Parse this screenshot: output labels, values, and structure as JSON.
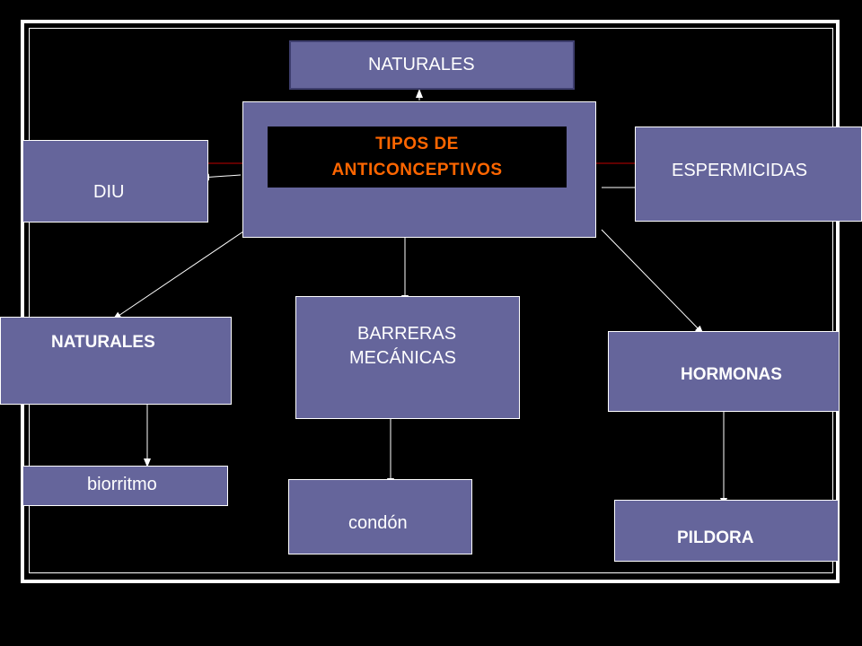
{
  "diagram": {
    "title_line1": "TIPOS DE",
    "title_line2": "ANTICONCEPTIVOS",
    "nodes": {
      "naturales_top": "NATURALES",
      "diu": "DIU",
      "espermicidas": "ESPERMICIDAS",
      "naturales": "NATURALES",
      "barreras_line1": "BARRERAS",
      "barreras_line2": "MECÁNICAS",
      "hormonas": "HORMONAS",
      "biorritmo": "biorritmo",
      "condon": "condón",
      "pildora": "PILDORA"
    }
  },
  "colors": {
    "background": "#000000",
    "node_fill": "#65659b",
    "title_text": "#ff6600",
    "connector": "#ffffff",
    "accent_line": "#c00000"
  }
}
